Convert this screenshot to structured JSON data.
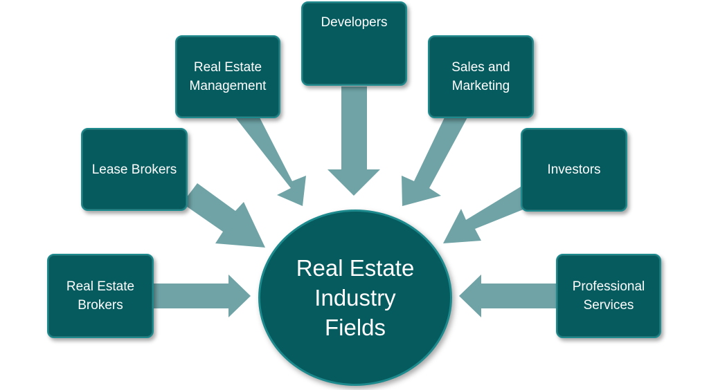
{
  "colors": {
    "box_fill": "#065b5e",
    "box_border": "#1d8a8e",
    "arrow": "#6fa3a6",
    "text": "#ffffff"
  },
  "center": {
    "label": "Real Estate\nIndustry\nFields"
  },
  "fields": [
    {
      "id": "real-estate-brokers",
      "label": "Real Estate\nBrokers"
    },
    {
      "id": "lease-brokers",
      "label": "Lease Brokers"
    },
    {
      "id": "real-estate-management",
      "label": "Real Estate\nManagement"
    },
    {
      "id": "developers",
      "label": "Developers"
    },
    {
      "id": "sales-and-marketing",
      "label": "Sales and\nMarketing"
    },
    {
      "id": "investors",
      "label": "Investors"
    },
    {
      "id": "professional-services",
      "label": "Professional\nServices"
    }
  ]
}
